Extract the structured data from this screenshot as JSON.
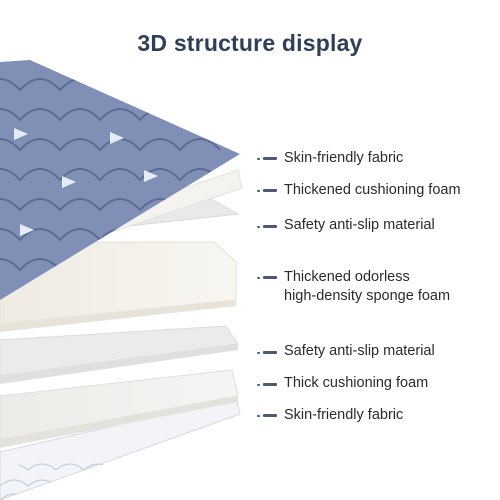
{
  "title": "3D structure display",
  "layers": [
    {
      "label": "Skin-friendly fabric"
    },
    {
      "label": "Thickened cushioning foam"
    },
    {
      "label": "Safety anti-slip material"
    },
    {
      "label_lines": [
        "Thickened odorless",
        "high-density sponge foam"
      ]
    },
    {
      "label": "Safety anti-slip material"
    },
    {
      "label": "Thick cushioning foam"
    },
    {
      "label": "Skin-friendly fabric"
    }
  ],
  "colors": {
    "title": "#2e3f5c",
    "fabric_top": "#7f8fb5",
    "fabric_dark": "#5c6d92",
    "foam": "#f4f2ee",
    "antislip": "#e9e9ea",
    "sponge": "#f6f3ec",
    "fabric_bottom": "#f1f3f8",
    "marker": "#4a5b78"
  }
}
